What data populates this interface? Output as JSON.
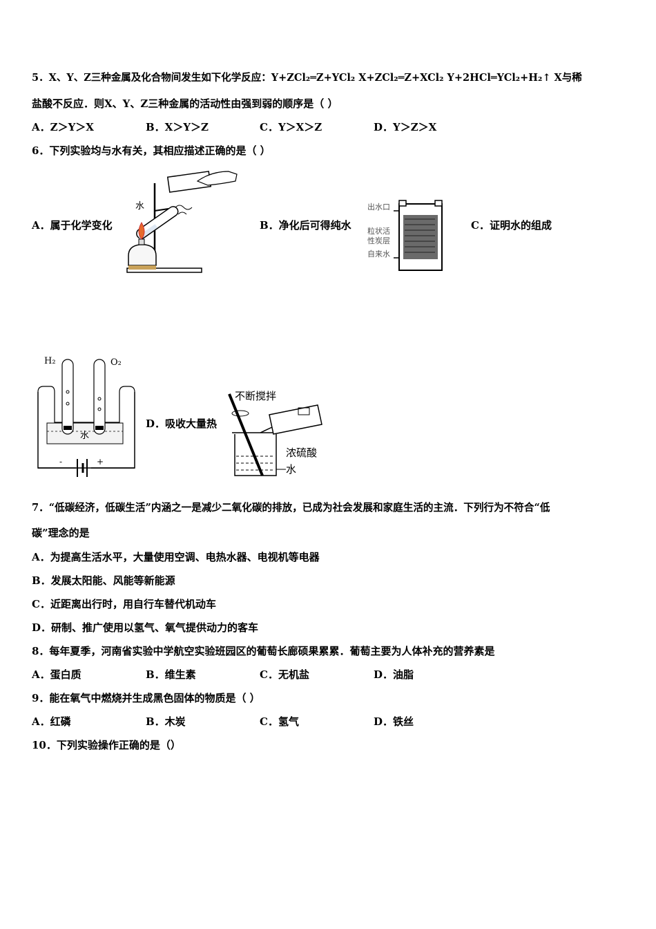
{
  "q5": {
    "line1": "5．X、Y、Z三种金属及化合物间发生如下化学反应：Y+ZCl₂═Z+YCl₂  X+ZCl₂═Z+XCl₂  Y+2HCl═YCl₂+H₂↑  X与稀",
    "line2": "盐酸不反应．则X、Y、Z三种金属的活动性由强到弱的顺序是（  ）",
    "options": [
      "A．Z＞Y＞X",
      "B．X＞Y＞Z",
      "C．Y＞X＞Z",
      "D．Y＞Z＞X"
    ]
  },
  "q6": {
    "stem": "6．下列实验均与水有关，其相应描述正确的是（    ）",
    "option_a": "A．属于化学变化",
    "option_b": "B．净化后可得纯水",
    "option_c": "C．证明水的组成",
    "option_d": "D．吸收大量热",
    "fig_a_label": "水",
    "fig_b_labels": [
      "出水口",
      "粒状活",
      "性炭层",
      "自来水"
    ],
    "fig_c_labels": [
      "H₂",
      "O₂",
      "水",
      "-",
      "+"
    ],
    "fig_d_labels": [
      "不断搅拌",
      "浓硫酸",
      "水"
    ]
  },
  "q7": {
    "line1": "7．“低碳经济，低碳生活”内涵之一是减少二氧化碳的排放，已成为社会发展和家庭生活的主流．下列行为不符合“低",
    "line2": "碳”理念的是",
    "options": [
      "A．为提高生活水平，大量使用空调、电热水器、电视机等电器",
      "B．发展太阳能、风能等新能源",
      "C．近距离出行时，用自行车替代机动车",
      "D．研制、推广使用以氢气、氧气提供动力的客车"
    ]
  },
  "q8": {
    "stem": "8．每年夏季，河南省实验中学航空实验班园区的葡萄长廊硕果累累．葡萄主要为人体补充的营养素是",
    "options": [
      "A．蛋白质",
      "B．维生素",
      "C．无机盐",
      "D．油脂"
    ]
  },
  "q9": {
    "stem": "9．能在氧气中燃烧并生成黑色固体的物质是（ ）",
    "options": [
      "A．红磷",
      "B．木炭",
      "C．氢气",
      "D．铁丝"
    ]
  },
  "q10": {
    "stem": "10．下列实验操作正确的是（）"
  }
}
